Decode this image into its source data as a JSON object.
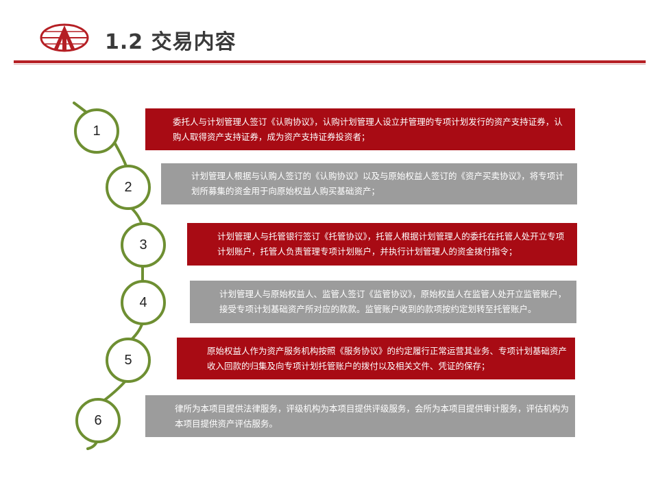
{
  "header": {
    "title": "1.2 交易内容"
  },
  "steps": [
    {
      "number": "1",
      "text": "委托人与计划管理人签订《认购协议》，认购计划管理人设立并管理的专项计划发行的资产支持证券，认购人取得资产支持证券，成为资产支持证券投资者；"
    },
    {
      "number": "2",
      "text": "计划管理人根据与认购人签订的《认购协议》以及与原始权益人签订的《资产买卖协议》，将专项计划所募集的资金用于向原始权益人购买基础资产；"
    },
    {
      "number": "3",
      "text": "计划管理人与托管银行签订《托管协议》，托管人根据计划管理人的委托在托管人处开立专项计划账户，托管人负责管理专项计划账户，并执行计划管理人的资金拨付指令；"
    },
    {
      "number": "4",
      "text": "计划管理人与原始权益人、监管人签订《监管协议》，原始权益人在监管人处开立监管账户，接受专项计划基础资产所对应的款款。监管账户收到的款项按约定划转至托管账户。"
    },
    {
      "number": "5",
      "text": "原始权益人作为资产服务机构按照《服务协议》的约定履行正常运营其业务、专项计划基础资产收入回款的归集及向专项计划托管账户的拨付以及相关文件、凭证的保存；"
    },
    {
      "number": "6",
      "text": "律所为本项目提供法律服务，评级机构为本项目提供评级服务，会所为本项目提供审计服务，评估机构为本项目提供资产评估服务。"
    }
  ],
  "colors": {
    "accent_red": "#a80b14",
    "box_gray": "#9c9c9c",
    "vine_green": "#6e8f32"
  }
}
